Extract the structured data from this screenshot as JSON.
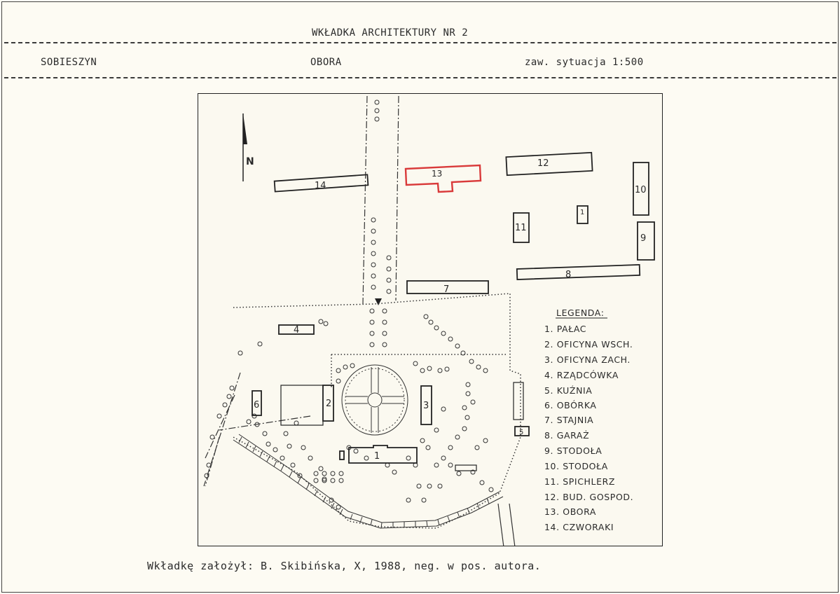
{
  "header": {
    "title": "WKŁADKA ARCHITEKTURY  NR 2",
    "place": "SOBIESZYN",
    "object": "OBORA",
    "scale_note": "zaw. sytuacja 1:500"
  },
  "plan": {
    "north_label": "N",
    "highlight_color": "#d93a3a",
    "buildings": [
      {
        "num": "1"
      },
      {
        "num": "2"
      },
      {
        "num": "3"
      },
      {
        "num": "4"
      },
      {
        "num": "5"
      },
      {
        "num": "6"
      },
      {
        "num": "7"
      },
      {
        "num": "8"
      },
      {
        "num": "9"
      },
      {
        "num": "10"
      },
      {
        "num": "11"
      },
      {
        "num": "1"
      },
      {
        "num": "12"
      },
      {
        "num": "13"
      },
      {
        "num": "14"
      }
    ],
    "legend": {
      "title": "LEGENDA:",
      "items": [
        "1. PAŁAC",
        "2. OFICYNA WSCH.",
        "3. OFICYNA ZACH.",
        "4. RZĄDCÓWKA",
        "5. KUŹNIA",
        "6. OBÓRKA",
        "7. STAJNIA",
        "8. GARAŻ",
        "9. STODOŁA",
        "10. STODOŁA",
        "11. SPICHLERZ",
        "12. BUD. GOSPOD.",
        "13. OBORA",
        "14. CZWORAKI"
      ]
    }
  },
  "footer": {
    "text": "Wkładkę założył: B. Skibińska, X, 1988, neg. w pos. autora."
  }
}
